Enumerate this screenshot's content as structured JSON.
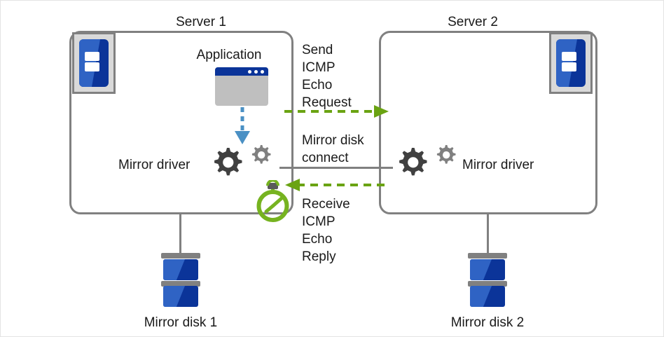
{
  "diagram": {
    "title_left": "Server 1",
    "title_right": "Server 2",
    "labels": {
      "application": "Application",
      "mirror_driver_left": "Mirror driver",
      "mirror_driver_right": "Mirror driver",
      "mirror_disk_1": "Mirror disk 1",
      "mirror_disk_2": "Mirror disk 2",
      "mirror_disk_connect": "Mirror disk\nconnect",
      "send_icmp": "Send\nICMP\nEcho\nRequest",
      "receive_icmp": "Receive\nICMP\nEcho\nReply"
    },
    "icons": {
      "server_left": "server-rack-icon",
      "server_right": "server-rack-icon",
      "application": "application-window-icon",
      "gears_left": "gears-icon",
      "gears_right": "gears-icon",
      "stopwatch": "stopwatch-icon",
      "disk_left": "disk-stack-icon",
      "disk_right": "disk-stack-icon",
      "app_to_driver_arrow": "dashed-down-arrow-icon",
      "request_arrow": "dashed-right-arrow-icon",
      "reply_arrow": "dashed-left-arrow-icon"
    },
    "colors": {
      "box_border": "#808080",
      "connector": "#808080",
      "arrow_green": "#6aa312",
      "stopwatch_green": "#76b320",
      "disk_blue_dark": "#0b3499",
      "disk_blue_light": "#2f63c4",
      "gear_dark": "#404040",
      "gear_light": "#808080",
      "app_body": "#bfbfbf",
      "app_titlebar": "#0b3499",
      "arrow_blue": "#4a90c4",
      "text": "#1a1a1a",
      "page_border": "#e3e3e3",
      "background": "#ffffff"
    }
  }
}
